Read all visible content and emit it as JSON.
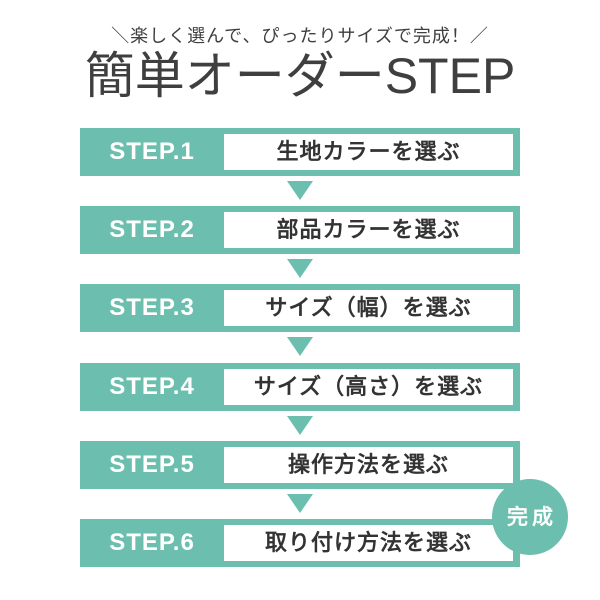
{
  "header": {
    "tagline": "＼楽しく選んで、ぴったりサイズで完成！／",
    "title": "簡単オーダーSTEP"
  },
  "steps": [
    {
      "label": "STEP.1",
      "text": "生地カラーを選ぶ"
    },
    {
      "label": "STEP.2",
      "text": "部品カラーを選ぶ"
    },
    {
      "label": "STEP.3",
      "text": "サイズ（幅）を選ぶ"
    },
    {
      "label": "STEP.4",
      "text": "サイズ（高さ）を選ぶ"
    },
    {
      "label": "STEP.5",
      "text": "操作方法を選ぶ"
    },
    {
      "label": "STEP.6",
      "text": "取り付け方法を選ぶ"
    }
  ],
  "badge": {
    "label": "完成"
  },
  "colors": {
    "accent": "#6cbfae",
    "title_text": "#3f3f3f",
    "step_text": "#333333",
    "background": "#ffffff",
    "label_text": "#ffffff"
  }
}
